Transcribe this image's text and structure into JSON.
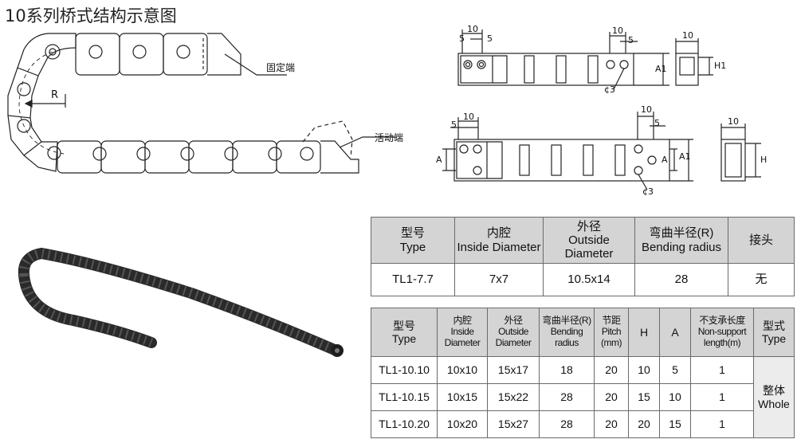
{
  "title": "10系列桥式结构示意图",
  "labels": {
    "fixed_end": "固定端",
    "movable_end": "活动端",
    "radius": "R",
    "dim_10": "10",
    "dim_5": "5",
    "dim_A": "A",
    "dim_A1": "A1",
    "dim_H": "H",
    "dim_H1": "H1",
    "phi3": "¢3"
  },
  "table1": {
    "headers": [
      {
        "zh": "型号",
        "en": "Type"
      },
      {
        "zh": "内腔",
        "en": "Inside Diameter"
      },
      {
        "zh": "外径",
        "en": "Outside Diameter"
      },
      {
        "zh": "弯曲半径(R)",
        "en": "Bending radius"
      },
      {
        "zh": "接头",
        "en": ""
      }
    ],
    "rows": [
      [
        "TL1-7.7",
        "7x7",
        "10.5x14",
        "28",
        "无"
      ]
    ]
  },
  "table2": {
    "headers": [
      {
        "zh": "型号",
        "en": "Type"
      },
      {
        "zh": "内腔",
        "en": "Inside Diameter"
      },
      {
        "zh": "外径",
        "en": "Outside Diameter"
      },
      {
        "zh": "弯曲半径(R)",
        "en": "Bending radius"
      },
      {
        "zh": "节距",
        "en": "Pitch (mm)"
      },
      {
        "zh": "",
        "en": "H"
      },
      {
        "zh": "",
        "en": "A"
      },
      {
        "zh": "不支承长度",
        "en": "Non-support length(m)"
      },
      {
        "zh": "型式",
        "en": "Type"
      }
    ],
    "rows": [
      [
        "TL1-10.10",
        "10x10",
        "15x17",
        "18",
        "20",
        "10",
        "5",
        "1"
      ],
      [
        "TL1-10.15",
        "10x15",
        "15x22",
        "28",
        "20",
        "15",
        "10",
        "1"
      ],
      [
        "TL1-10.20",
        "10x20",
        "15x27",
        "28",
        "20",
        "20",
        "15",
        "1"
      ]
    ],
    "type_value": {
      "zh": "整体",
      "en": "Whole"
    }
  }
}
